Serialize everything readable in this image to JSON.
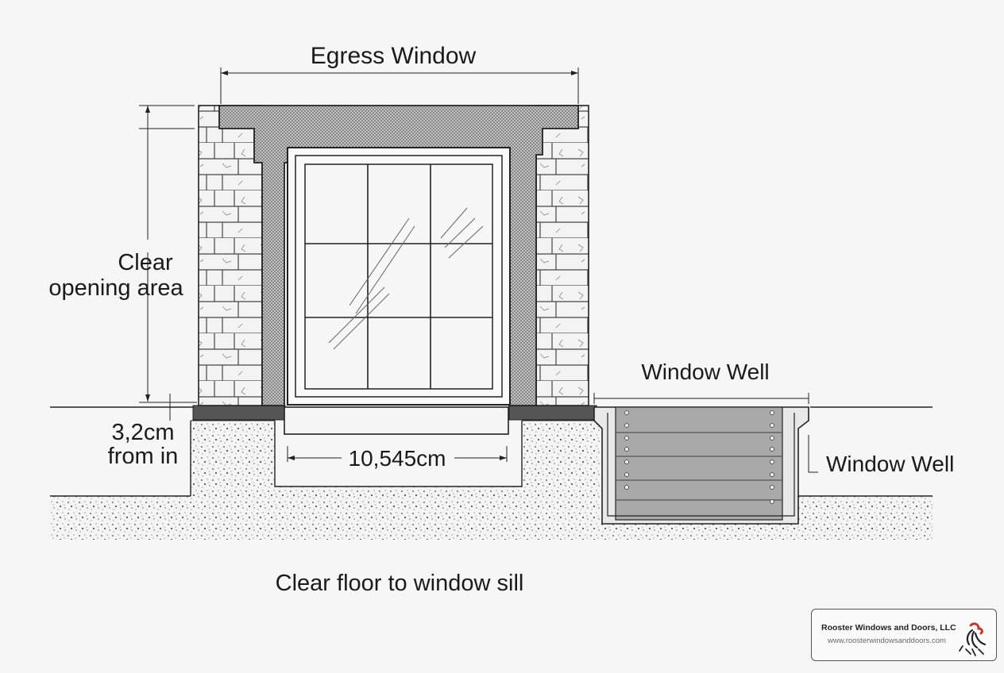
{
  "labels": {
    "title": "Egress Window",
    "clear_opening_line1": "Clear",
    "clear_opening_line2": "opening area",
    "sill_height_line1": "3,2cm",
    "sill_height_line2": "from in",
    "width_dimension": "10,545cm",
    "window_well_top": "Window Well",
    "window_well_side": "Window Well",
    "floor_caption": "Clear floor to window sill"
  },
  "brand": {
    "name": "Rooster Windows and Doors, LLC",
    "url": "www.roosterwindowsanddoors.com",
    "logo_icon": "rooster-icon"
  },
  "colors": {
    "line": "#1a1a1a",
    "concrete": "#d6d6d6",
    "well_fill": "#a9a9a9",
    "background": "#f6f6f6"
  }
}
